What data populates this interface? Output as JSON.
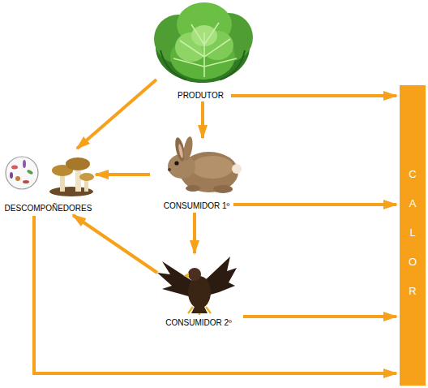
{
  "diagram": {
    "nodes": [
      {
        "text": [
          "PRODUTOR"
        ]
      },
      {
        "text": [
          "CONSUMIDOR 1º"
        ]
      },
      {
        "text": [
          "DESCOMPOÑEDORES"
        ]
      },
      {
        "text": [
          "CONSUMIDOR 2º"
        ]
      },
      {
        "text": [
          "C A L O R"
        ]
      }
    ],
    "edges": [
      {
        "from": 0,
        "to": 1,
        "arrow": "to"
      },
      {
        "from": 0,
        "to": 2,
        "arrow": "to"
      },
      {
        "from": 1,
        "to": 2,
        "arrow": "to"
      },
      {
        "from": 1,
        "to": 3,
        "arrow": "to"
      },
      {
        "from": 3,
        "to": 2,
        "arrow": "to"
      },
      {
        "from": 0,
        "to": 4,
        "arrow": "to"
      },
      {
        "from": 1,
        "to": 4,
        "arrow": "to"
      },
      {
        "from": 3,
        "to": 4,
        "arrow": "to"
      },
      {
        "from": 2,
        "to": 4,
        "arrow": "to"
      }
    ]
  }
}
